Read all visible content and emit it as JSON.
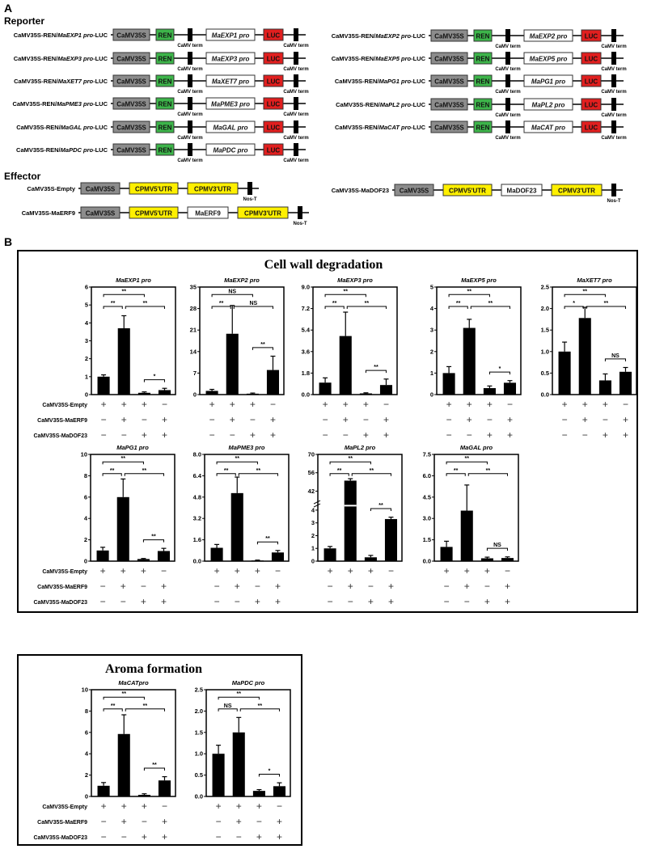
{
  "panel_a": {
    "letter": "A",
    "reporter_heading": "Reporter",
    "effector_heading": "Effector",
    "element_labels": {
      "promoter": "CaMV35S",
      "ren": "REN",
      "luc": "LUC",
      "terminator": "CaMV term",
      "nos": "Nos-T",
      "utr5": "CPMV5'UTR",
      "utr3": "CPMV3'UTR"
    },
    "colors": {
      "promoter": "#8c8c8c",
      "ren": "#3db54a",
      "luc": "#e11f1f",
      "utr": "#fff000",
      "gene": "#ffffff",
      "terminator": "#000000"
    },
    "reporters_left": [
      {
        "prefix": "CaMV35S-REN/",
        "gene": "MaEXP1 pro",
        "suffix": "-LUC"
      },
      {
        "prefix": "CaMV35S-REN/",
        "gene": "MaEXP3 pro",
        "suffix": "-LUC"
      },
      {
        "prefix": "CaMV35S-REN/",
        "gene": "MaXET7 pro",
        "suffix": "-LUC"
      },
      {
        "prefix": "CaMV35S-REN/",
        "gene": "MaPME3 pro",
        "suffix": "-LUC"
      },
      {
        "prefix": "CaMV35S-REN/",
        "gene": "MaGAL pro",
        "suffix": "-LUC"
      },
      {
        "prefix": "CaMV35S-REN/",
        "gene": "MaPDC pro",
        "suffix": "-LUC"
      }
    ],
    "reporters_right": [
      {
        "prefix": "CaMV35S-REN/",
        "gene": "MaEXP2 pro",
        "suffix": "-LUC"
      },
      {
        "prefix": "CaMV35S-REN/",
        "gene": "MaEXP5 pro",
        "suffix": "-LUC"
      },
      {
        "prefix": "CaMV35S-REN/",
        "gene": "MaPG1 pro",
        "suffix": "-LUC"
      },
      {
        "prefix": "CaMV35S-REN/",
        "gene": "MaPL2 pro",
        "suffix": "-LUC"
      },
      {
        "prefix": "CaMV35S-REN/",
        "gene": "MaCAT pro",
        "suffix": "-LUC"
      }
    ],
    "effectors": [
      {
        "label": "CaMV35S-Empty",
        "gene": ""
      },
      {
        "label": "CaMV35S-MaERF9",
        "gene": "MaERF9"
      },
      {
        "label": "CaMV35S-MaDOF23",
        "gene": "MaDOF23"
      }
    ]
  },
  "panel_b": {
    "letter": "B",
    "group1_title": "Cell wall degradation",
    "group2_title": "Aroma formation",
    "bar_color": "#000000"
  },
  "treatments": [
    {
      "label": "CaMV35S-Empty",
      "signs": [
        "+",
        "+",
        "+",
        "−"
      ]
    },
    {
      "label": "CaMV35S-MaERF9",
      "signs": [
        "−",
        "+",
        "−",
        "+"
      ]
    },
    {
      "label": "CaMV35S-MaDOF23",
      "signs": [
        "−",
        "−",
        "+",
        "+"
      ]
    }
  ],
  "chart_data": [
    {
      "type": "bar",
      "group": "Cell wall degradation",
      "title": "MaEXP1 pro",
      "yticks": [
        "0",
        "1",
        "2",
        "3",
        "4",
        "5",
        "6"
      ],
      "ylim": [
        0,
        6
      ],
      "values": [
        1.0,
        3.7,
        0.1,
        0.25
      ],
      "errors": [
        0.1,
        0.7,
        0.05,
        0.1
      ],
      "brackets": [
        {
          "pair": [
            0,
            2
          ],
          "label": "**"
        },
        {
          "pair": [
            0,
            1
          ],
          "label": "**"
        },
        {
          "pair": [
            1,
            3
          ],
          "label": "**"
        },
        {
          "pair": [
            2,
            3
          ],
          "label": "*"
        }
      ]
    },
    {
      "type": "bar",
      "group": "Cell wall degradation",
      "title": "MaEXP2 pro",
      "yticks": [
        "0",
        "7",
        "14",
        "21",
        "28",
        "35"
      ],
      "ylim": [
        0,
        35
      ],
      "values": [
        1.2,
        19.8,
        0.3,
        8.0
      ],
      "errors": [
        0.5,
        9.2,
        0.2,
        4.5
      ],
      "brackets": [
        {
          "pair": [
            0,
            2
          ],
          "label": "NS"
        },
        {
          "pair": [
            0,
            1
          ],
          "label": "**"
        },
        {
          "pair": [
            1,
            3
          ],
          "label": "NS"
        },
        {
          "pair": [
            2,
            3
          ],
          "label": "**"
        }
      ]
    },
    {
      "type": "bar",
      "group": "Cell wall degradation",
      "title": "MaEXP3 pro",
      "yticks": [
        "0.0",
        "1.8",
        "3.6",
        "5.4",
        "7.2",
        "9.0"
      ],
      "ylim": [
        0,
        9
      ],
      "values": [
        1.0,
        4.9,
        0.1,
        0.8
      ],
      "errors": [
        0.4,
        2.0,
        0.05,
        0.5
      ],
      "brackets": [
        {
          "pair": [
            0,
            2
          ],
          "label": "**"
        },
        {
          "pair": [
            0,
            1
          ],
          "label": "**"
        },
        {
          "pair": [
            1,
            3
          ],
          "label": "**"
        },
        {
          "pair": [
            2,
            3
          ],
          "label": "**"
        }
      ]
    },
    {
      "type": "bar",
      "group": "Cell wall degradation",
      "title": "MaEXP5 pro",
      "yticks": [
        "0",
        "1",
        "2",
        "3",
        "4",
        "5"
      ],
      "ylim": [
        0,
        5
      ],
      "values": [
        1.0,
        3.1,
        0.3,
        0.55
      ],
      "errors": [
        0.3,
        0.4,
        0.1,
        0.1
      ],
      "brackets": [
        {
          "pair": [
            0,
            2
          ],
          "label": "**"
        },
        {
          "pair": [
            0,
            1
          ],
          "label": "**"
        },
        {
          "pair": [
            1,
            3
          ],
          "label": "**"
        },
        {
          "pair": [
            2,
            3
          ],
          "label": "*"
        }
      ]
    },
    {
      "type": "bar",
      "group": "Cell wall degradation",
      "title": "MaXET7 pro",
      "yticks": [
        "0.0",
        "0.5",
        "1.0",
        "1.5",
        "2.0",
        "2.5"
      ],
      "ylim": [
        0,
        2.5
      ],
      "values": [
        1.0,
        1.78,
        0.33,
        0.53
      ],
      "errors": [
        0.22,
        0.25,
        0.15,
        0.1
      ],
      "brackets": [
        {
          "pair": [
            0,
            2
          ],
          "label": "**"
        },
        {
          "pair": [
            0,
            1
          ],
          "label": "*"
        },
        {
          "pair": [
            1,
            3
          ],
          "label": "**"
        },
        {
          "pair": [
            2,
            3
          ],
          "label": "NS"
        }
      ]
    },
    {
      "type": "bar",
      "group": "Cell wall degradation",
      "title": "MaPG1 pro",
      "yticks": [
        "0",
        "2",
        "4",
        "6",
        "8",
        "10"
      ],
      "ylim": [
        0,
        10
      ],
      "values": [
        1.0,
        6.0,
        0.2,
        0.95
      ],
      "errors": [
        0.3,
        1.7,
        0.05,
        0.25
      ],
      "brackets": [
        {
          "pair": [
            0,
            2
          ],
          "label": "**"
        },
        {
          "pair": [
            0,
            1
          ],
          "label": "**"
        },
        {
          "pair": [
            1,
            3
          ],
          "label": "**"
        },
        {
          "pair": [
            2,
            3
          ],
          "label": "**"
        }
      ]
    },
    {
      "type": "bar",
      "group": "Cell wall degradation",
      "title": "MaPME3 pro",
      "yticks": [
        "0.0",
        "1.6",
        "3.2",
        "4.8",
        "6.4",
        "8.0"
      ],
      "ylim": [
        0,
        8
      ],
      "values": [
        1.0,
        5.1,
        0.05,
        0.65
      ],
      "errors": [
        0.25,
        1.2,
        0.03,
        0.15
      ],
      "brackets": [
        {
          "pair": [
            0,
            2
          ],
          "label": "**"
        },
        {
          "pair": [
            0,
            1
          ],
          "label": "**"
        },
        {
          "pair": [
            1,
            3
          ],
          "label": "**"
        },
        {
          "pair": [
            2,
            3
          ],
          "label": "**"
        }
      ]
    },
    {
      "type": "bar",
      "group": "Cell wall degradation",
      "title": "MaPL2 pro",
      "yticks": [
        "0",
        "1",
        "2",
        "3",
        "4",
        "42",
        "56",
        "70"
      ],
      "ylim": [
        0,
        70
      ],
      "axis_break": [
        4,
        42
      ],
      "values": [
        1.0,
        50.0,
        0.3,
        3.3
      ],
      "errors": [
        0.15,
        1.5,
        0.15,
        0.15
      ],
      "brackets": [
        {
          "pair": [
            0,
            2
          ],
          "label": "**"
        },
        {
          "pair": [
            0,
            1
          ],
          "label": "**"
        },
        {
          "pair": [
            1,
            3
          ],
          "label": "**"
        },
        {
          "pair": [
            2,
            3
          ],
          "label": "**"
        }
      ]
    },
    {
      "type": "bar",
      "group": "Cell wall degradation",
      "title": "MaGAL pro",
      "yticks": [
        "0.0",
        "1.5",
        "3.0",
        "4.5",
        "6.0",
        "7.5"
      ],
      "ylim": [
        0,
        7.5
      ],
      "values": [
        1.0,
        3.55,
        0.2,
        0.22
      ],
      "errors": [
        0.4,
        1.8,
        0.08,
        0.08
      ],
      "brackets": [
        {
          "pair": [
            0,
            2
          ],
          "label": "**"
        },
        {
          "pair": [
            0,
            1
          ],
          "label": "**"
        },
        {
          "pair": [
            1,
            3
          ],
          "label": "**"
        },
        {
          "pair": [
            2,
            3
          ],
          "label": "NS"
        }
      ]
    },
    {
      "type": "bar",
      "group": "Aroma formation",
      "title": "MaCATpro",
      "yticks": [
        "0",
        "2",
        "4",
        "6",
        "8",
        "10"
      ],
      "ylim": [
        0,
        10
      ],
      "values": [
        1.0,
        5.85,
        0.15,
        1.5
      ],
      "errors": [
        0.3,
        1.8,
        0.1,
        0.35
      ],
      "brackets": [
        {
          "pair": [
            0,
            2
          ],
          "label": "**"
        },
        {
          "pair": [
            0,
            1
          ],
          "label": "**"
        },
        {
          "pair": [
            1,
            3
          ],
          "label": "**"
        },
        {
          "pair": [
            2,
            3
          ],
          "label": "**"
        }
      ]
    },
    {
      "type": "bar",
      "group": "Aroma formation",
      "title": "MaPDC pro",
      "yticks": [
        "0.0",
        "0.5",
        "1.0",
        "1.5",
        "2.0",
        "2.5"
      ],
      "ylim": [
        0,
        2.5
      ],
      "values": [
        1.0,
        1.5,
        0.13,
        0.24
      ],
      "errors": [
        0.2,
        0.35,
        0.03,
        0.08
      ],
      "brackets": [
        {
          "pair": [
            0,
            2
          ],
          "label": "**"
        },
        {
          "pair": [
            0,
            1
          ],
          "label": "NS"
        },
        {
          "pair": [
            1,
            3
          ],
          "label": "**"
        },
        {
          "pair": [
            2,
            3
          ],
          "label": "*"
        }
      ]
    }
  ]
}
